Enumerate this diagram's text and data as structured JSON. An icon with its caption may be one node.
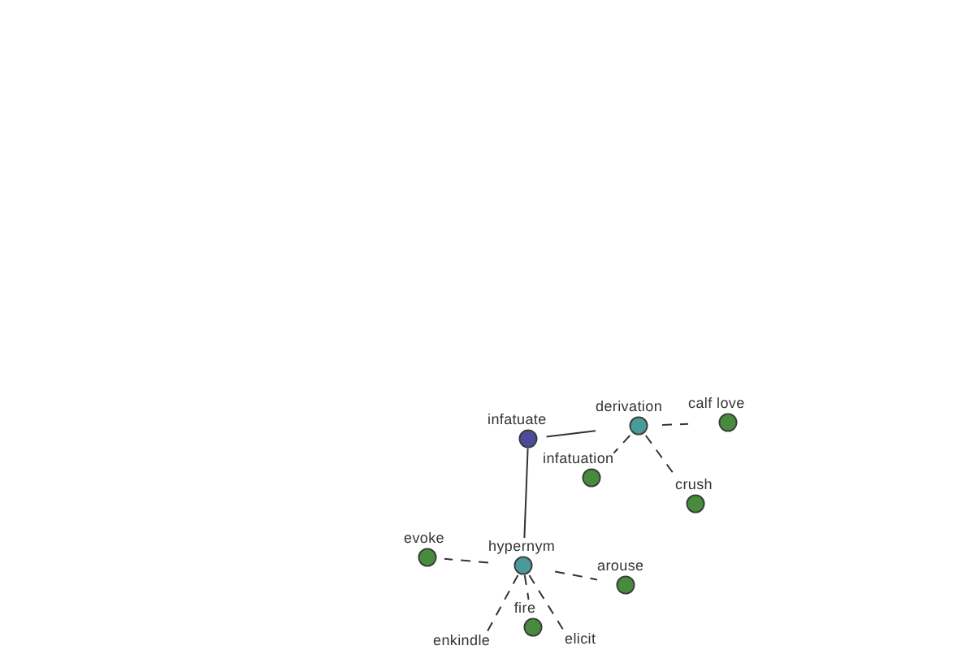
{
  "diagram": {
    "nodes": [
      {
        "text": [
          "infatuate"
        ]
      },
      {
        "text": [
          "derivation"
        ]
      },
      {
        "text": [
          "calf love"
        ]
      },
      {
        "text": [
          "infatuation"
        ]
      },
      {
        "text": [
          "crush"
        ]
      },
      {
        "text": [
          "hypernym"
        ]
      },
      {
        "text": [
          "evoke"
        ]
      },
      {
        "text": [
          "arouse"
        ]
      },
      {
        "text": [
          "fire"
        ]
      },
      {
        "text": [
          "enkindle"
        ]
      },
      {
        "text": [
          "elicit"
        ]
      }
    ],
    "edges": [
      {
        "from": 0,
        "to": 1,
        "arrow": "none"
      },
      {
        "from": 0,
        "to": 5,
        "arrow": "none"
      },
      {
        "from": 1,
        "to": 2,
        "arrow": "none",
        "style": "dashed"
      },
      {
        "from": 1,
        "to": 3,
        "arrow": "none",
        "style": "dashed"
      },
      {
        "from": 1,
        "to": 4,
        "arrow": "none",
        "style": "dashed"
      },
      {
        "from": 5,
        "to": 6,
        "arrow": "none",
        "style": "dashed"
      },
      {
        "from": 5,
        "to": 7,
        "arrow": "none",
        "style": "dashed"
      },
      {
        "from": 5,
        "to": 8,
        "arrow": "none",
        "style": "dashed"
      },
      {
        "from": 5,
        "to": 9,
        "arrow": "none",
        "style": "dashed"
      },
      {
        "from": 5,
        "to": 10,
        "arrow": "none",
        "style": "dashed"
      }
    ]
  }
}
